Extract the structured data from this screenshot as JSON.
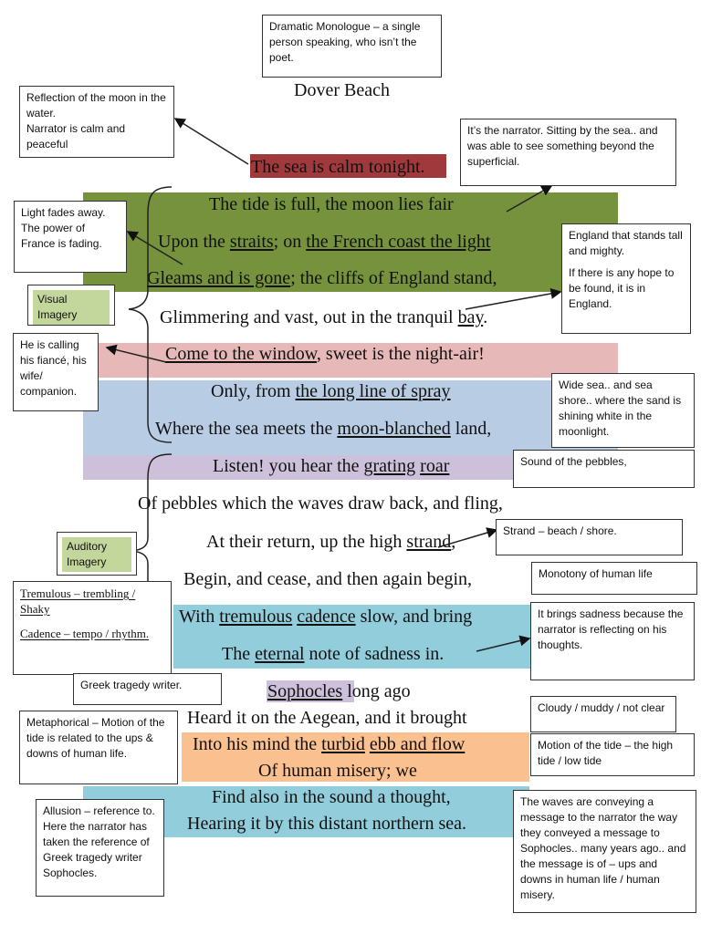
{
  "title": "Dover Beach",
  "poem": {
    "l1": [
      "The sea is calm tonight",
      "."
    ],
    "l2": "The tide is full, the moon lies fair",
    "l3": [
      "Upon the ",
      "straits",
      "; on ",
      "the French coast the light"
    ],
    "l4": [
      "Gleams and is gone",
      "; the cliffs of England stand,"
    ],
    "l5": [
      "Glimmering and vast, out in the tranquil ",
      "bay",
      "."
    ],
    "l6": [
      "Come to the window",
      ", sweet is the night-air!"
    ],
    "l7": [
      "Only, from ",
      "the long line of spray"
    ],
    "l8": [
      "Where the sea meets the ",
      "moon-blanched",
      " land,"
    ],
    "l9": [
      "Listen! you hear the ",
      "grating",
      " ",
      "roar"
    ],
    "l10": "Of pebbles which the waves draw back, and fling,",
    "l11": [
      "At their return, up the high ",
      "strand",
      ","
    ],
    "l12": "Begin, and cease, and then again begin,",
    "l13": [
      "With ",
      "tremulous",
      " ",
      "cadence",
      " slow, and bring"
    ],
    "l14": [
      "The ",
      "eternal",
      " note of sadness in."
    ],
    "l15": [
      "Sophocles",
      " long ago"
    ],
    "l16": "Heard it on the Aegean, and it brought",
    "l17": [
      "Into his mind the ",
      "turbid",
      " ",
      "ebb and flow"
    ],
    "l18": "Of human misery; we",
    "l19": "Find also in the sound a thought,",
    "l20": "Hearing it by this distant northern sea."
  },
  "notes": {
    "dramatic": "Dramatic Monologue – a single person speaking, who isn’t the poet.",
    "reflection_1": "Reflection of the moon in the water.",
    "reflection_2": "Narrator is calm and peaceful",
    "narrator": "It’s the narrator. Sitting by the sea.. and was able to see something beyond the superficial.",
    "light": "Light fades away. The power of France is fading.",
    "england_1": "England that stands tall and mighty.",
    "england_2": "If there is any hope to be found, it is in England.",
    "calling": "He is calling his fiancé, his wife/ companion.",
    "wide_sea": "Wide sea.. and sea shore.. where the sand is shining white in the moonlight.",
    "pebbles": "Sound of the pebbles,",
    "strand": "Strand – beach / shore.",
    "monotony": "Monotony of human life",
    "tremulous_def": "Tremulous – trembling / Shaky",
    "cadence_def": "Cadence – tempo / rhythm.",
    "sadness": "It brings sadness because the narrator is reflecting on his thoughts.",
    "greek": "Greek tragedy writer.",
    "cloudy": "Cloudy / muddy / not clear",
    "metaphorical": "Metaphorical – Motion of the tide is related to the ups & downs of human life.",
    "motion": "Motion of the tide – the high tide / low tide",
    "allusion": "Allusion – reference to. Here the narrator has taken the reference of Greek tragedy writer Sophocles.",
    "waves": "The waves are conveying a message to the narrator the way they conveyed a message to Sophocles.. many years ago.. and the message is of – ups and downs in human life / human misery."
  },
  "tags": {
    "visual": "Visual Imagery",
    "auditory": "Auditory Imagery"
  },
  "colors": {
    "dark_red": "#a0393b",
    "olive": "#76923c",
    "pink": "#e6b8b7",
    "blue_grey": "#b8cce4",
    "lavender": "#ccc0da",
    "teal": "#92cddc",
    "orange": "#fac090",
    "green_tag": "#c3d69b"
  }
}
